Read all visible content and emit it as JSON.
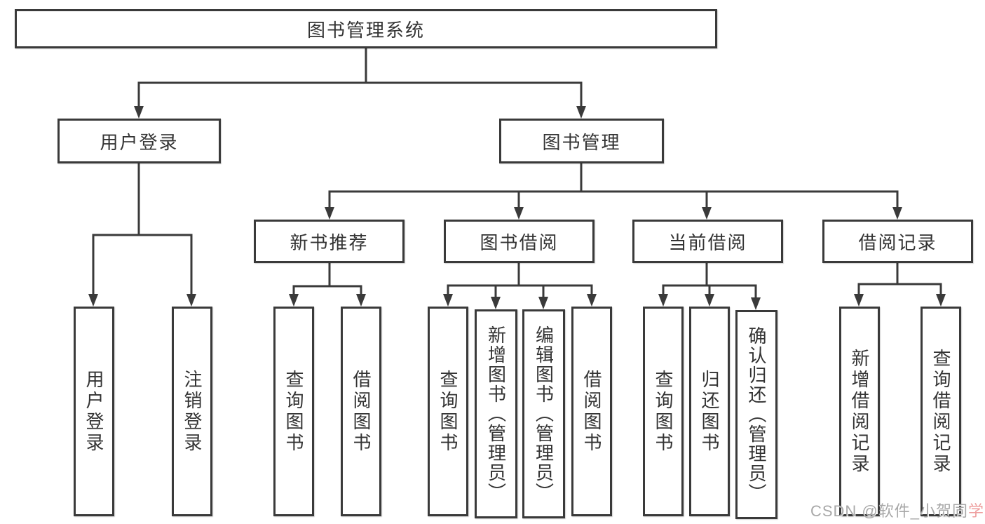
{
  "diagram": {
    "nodes": {
      "root": "图书管理系统",
      "user_login": "用户登录",
      "book_management": "图书管理",
      "new_book_recommend": "新书推荐",
      "book_borrow": "图书借阅",
      "current_borrow": "当前借阅",
      "borrow_records": "借阅记录",
      "leaf_user_login": "用户登录",
      "leaf_logout": "注销登录",
      "leaf_recommend_query": "查询图书",
      "leaf_recommend_borrow": "借阅图书",
      "leaf_borrow_query": "查询图书",
      "leaf_borrow_add_admin": "新增图书（管理员）",
      "leaf_borrow_edit_admin": "编辑图书（管理员）",
      "leaf_borrow_borrow": "借阅图书",
      "leaf_current_query": "查询图书",
      "leaf_current_return": "归还图书",
      "leaf_current_confirm_admin": "确认归还（管理员）",
      "leaf_records_add": "新增借阅记录",
      "leaf_records_query": "查询借阅记录"
    },
    "watermark": {
      "prefix": "CSDN @软件_小贺同",
      "accent": "学"
    },
    "colors": {
      "border": "#3a3a3a",
      "text": "#333333",
      "background": "#ffffff",
      "watermark_gray": "#a8a8a8",
      "watermark_pink": "#ee9e9e"
    }
  }
}
